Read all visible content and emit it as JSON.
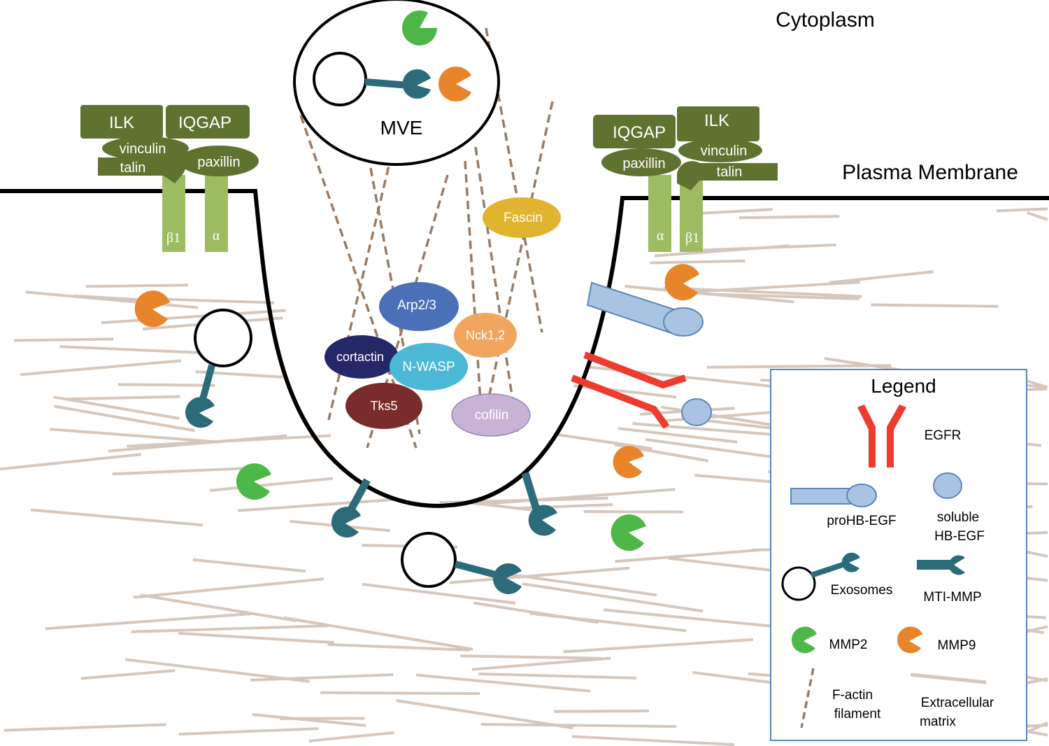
{
  "regions": {
    "cytoplasm": "Cytoplasm",
    "plasma_membrane": "Plasma Membrane"
  },
  "mve": {
    "label": "MVE"
  },
  "adhesion_left": {
    "ilk": "ILK",
    "iqgap": "IQGAP",
    "vinculin": "vinculin",
    "talin": "talin",
    "paxillin": "paxillin",
    "beta1": "β1",
    "alpha": "α"
  },
  "adhesion_right": {
    "ilk": "ILK",
    "iqgap": "IQGAP",
    "vinculin": "vinculin",
    "talin": "talin",
    "paxillin": "paxillin",
    "beta1": "β1",
    "alpha": "α"
  },
  "proteins": {
    "fascin": "Fascin",
    "arp23": "Arp2/3",
    "nck": "Nck1,2",
    "cortactin": "cortactin",
    "nwasp": "N-WASP",
    "tks5": "Tks5",
    "cofilin": "cofilin"
  },
  "legend": {
    "title": "Legend",
    "egfr": "EGFR",
    "prohbegf": "proHB-EGF",
    "soluble_line1": "soluble",
    "soluble_line2": "HB-EGF",
    "exosomes": "Exosomes",
    "mt1mmp": "MTI-MMP",
    "mmp2": "MMP2",
    "mmp9": "MMP9",
    "factin_line1": "F-actin",
    "factin_line2": "filament",
    "ecm_line1": "Extracellular",
    "ecm_line2": "matrix"
  },
  "colors": {
    "dark_green": "#5f7330",
    "light_green": "#9dbb61",
    "ecm": "#d6c7bc",
    "actin": "#9a7b63",
    "teal": "#2c6b7a",
    "mmp2": "#4db848",
    "mmp9": "#e8842a",
    "egfr": "#ee3a2f",
    "hbegf": "#a9c4e2",
    "hbegf_stroke": "#5d86b8",
    "legend_border": "#5a86b8"
  }
}
